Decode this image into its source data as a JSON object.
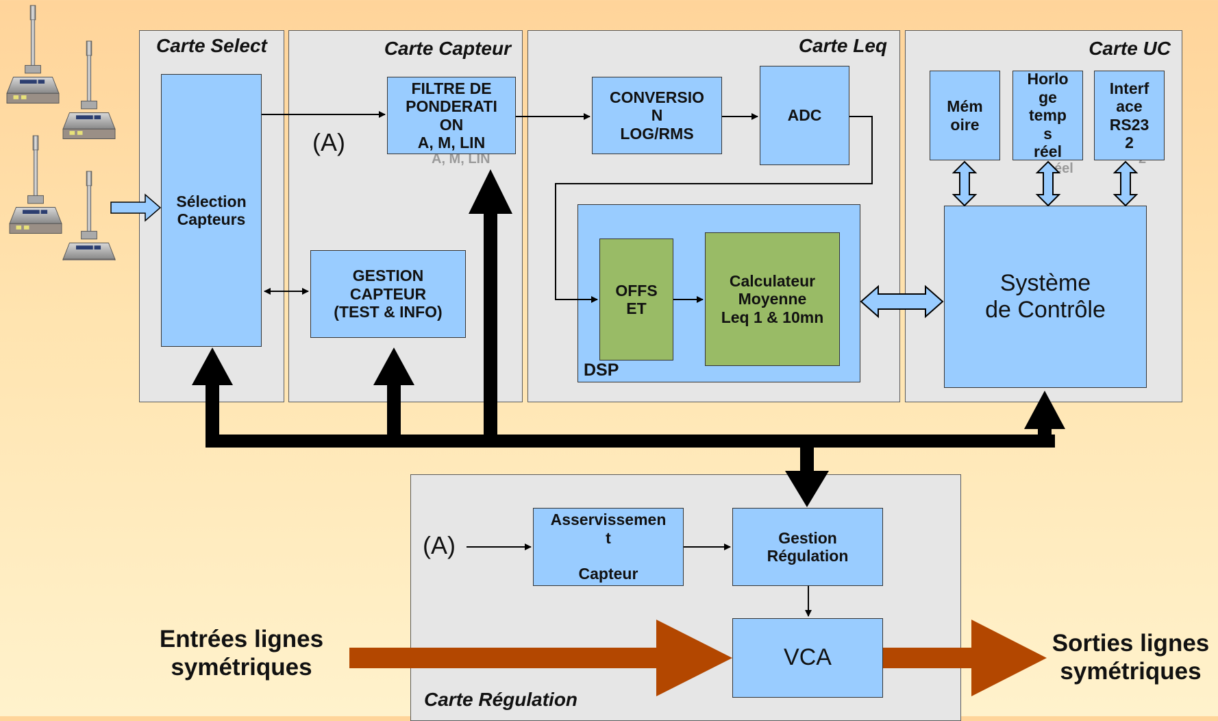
{
  "cards": {
    "select": "Carte Select",
    "capteur": "Carte Capteur",
    "leq": "Carte Leq",
    "uc": "Carte UC",
    "regulation": "Carte Régulation"
  },
  "blocks": {
    "selection": "Sélection\nCapteurs",
    "filtre": "FILTRE DE\nPONDERATI\nON\nA, M, LIN",
    "filtre_ghost": "A, M, LIN",
    "gestion_capteur": "GESTION\nCAPTEUR\n(TEST & INFO)",
    "conversion": "CONVERSIO\nN\nLOG/RMS",
    "adc": "ADC",
    "offset": "OFFS\nET",
    "calculateur": "Calculateur\nMoyenne\nLeq 1 & 10mn",
    "dsp": "DSP",
    "memoire": "Mém\noire",
    "horloge": "Horlo\nge\ntemp\ns\nréel",
    "horloge_ghost": "éel",
    "interface": "Interf\nace\nRS23\n2",
    "interface_ghost": "2",
    "systeme": "Système\nde Contrôle",
    "asservissement": "Asservissemen\nt\n\nCapteur",
    "gestion_regulation": "Gestion\nRégulation",
    "vca": "VCA"
  },
  "labels": {
    "a_top": "(A)",
    "a_bottom": "(A)",
    "entrees": "Entrées lignes\nsymétriques",
    "sorties": "Sorties lignes\nsymétriques"
  },
  "colors": {
    "block": "#99ccff",
    "green_block": "#99bb66",
    "card": "#e6e6e6",
    "bus": "#000000",
    "big_arrow": "#b34700",
    "background_top": "#ffd49a",
    "background_bottom": "#fff2cc"
  },
  "icons": [
    "microphone-sensor-icon"
  ]
}
